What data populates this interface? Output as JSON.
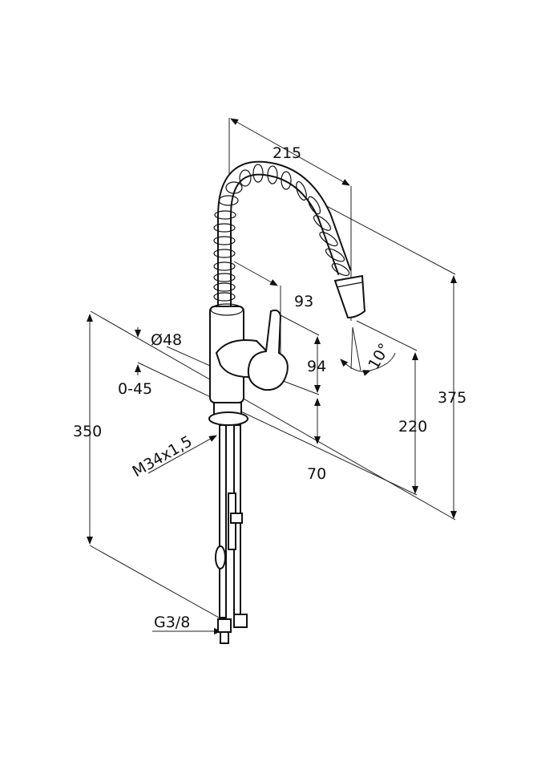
{
  "drawing": {
    "dimensions": {
      "spout_reach": "215",
      "spout_offset": "93",
      "body_diameter": "Ø48",
      "lever_height": "94",
      "deck_thickness": "0-45",
      "under_deck": "350",
      "spout_height": "220",
      "total_height": "375",
      "base_height": "70",
      "spray_angle": "10°",
      "mount_thread": "M34x1,5",
      "connection_thread": "G3/8"
    }
  }
}
